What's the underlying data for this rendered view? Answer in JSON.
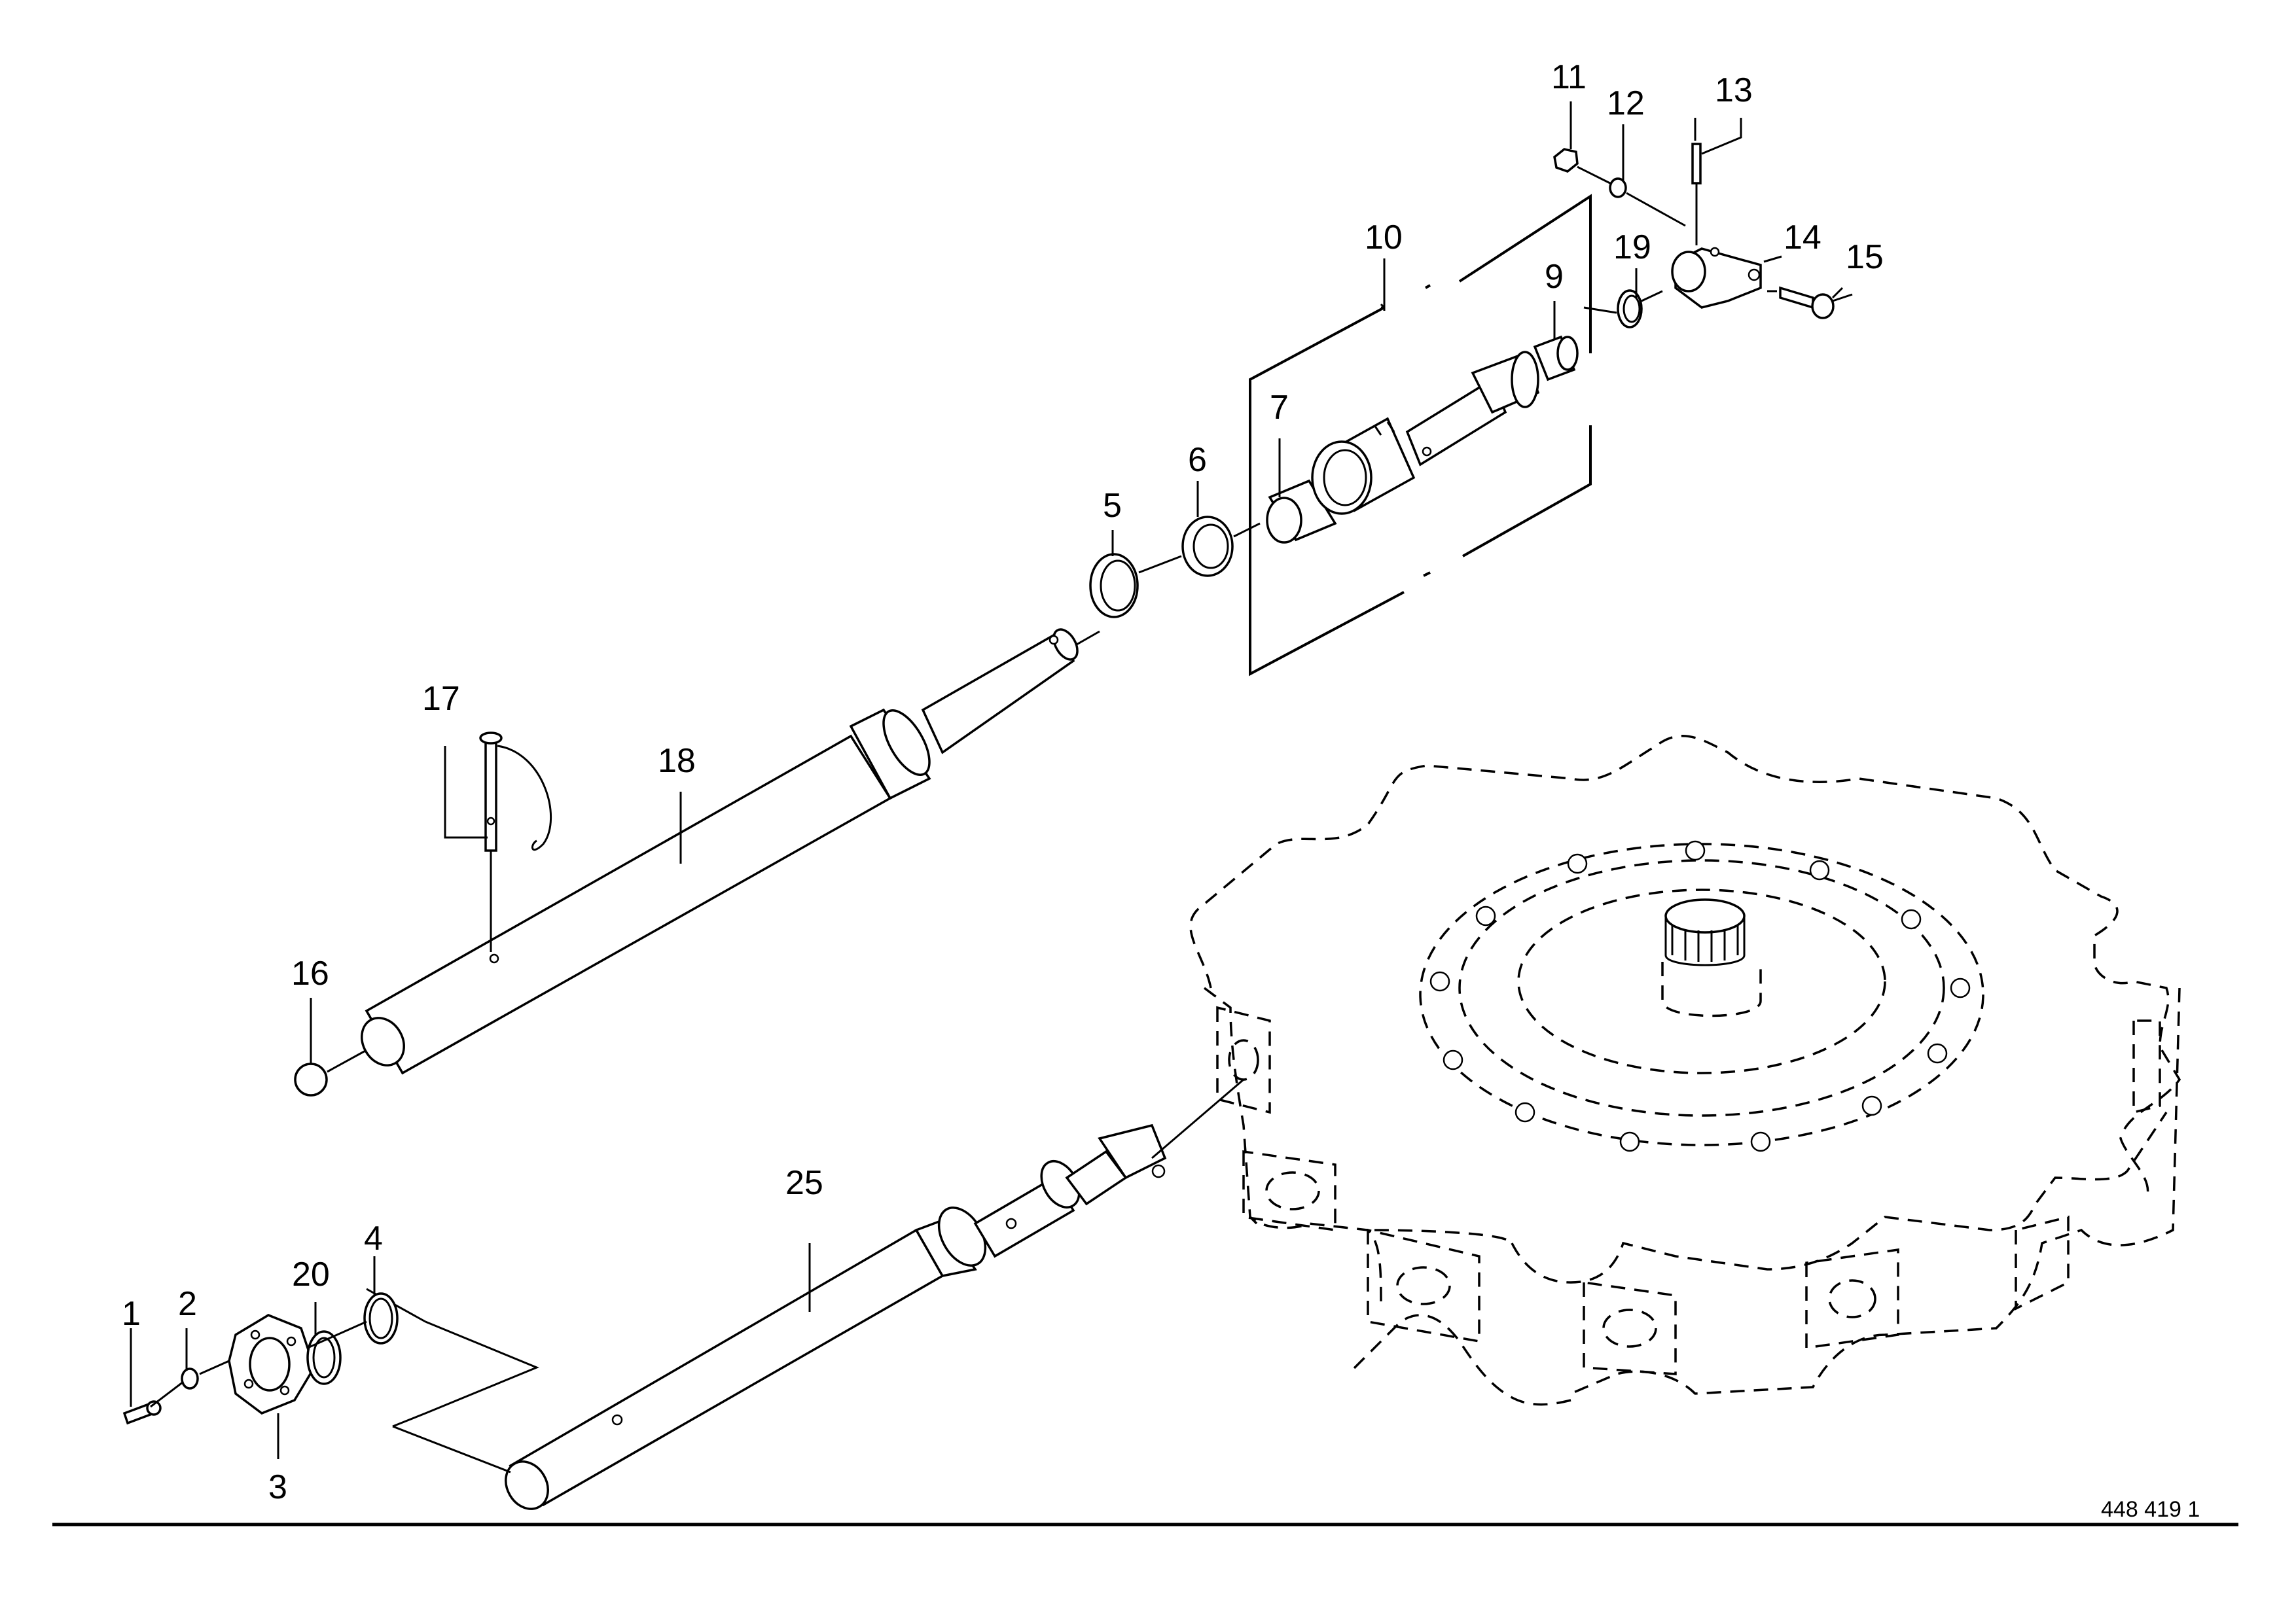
{
  "callouts": [
    {
      "id": "1",
      "text": "1"
    },
    {
      "id": "2",
      "text": "2"
    },
    {
      "id": "3",
      "text": "3"
    },
    {
      "id": "4",
      "text": "4"
    },
    {
      "id": "5",
      "text": "5"
    },
    {
      "id": "6",
      "text": "6"
    },
    {
      "id": "7",
      "text": "7"
    },
    {
      "id": "9",
      "text": "9"
    },
    {
      "id": "10",
      "text": "10"
    },
    {
      "id": "11",
      "text": "11"
    },
    {
      "id": "12",
      "text": "12"
    },
    {
      "id": "13",
      "text": "13"
    },
    {
      "id": "14",
      "text": "14"
    },
    {
      "id": "15",
      "text": "15"
    },
    {
      "id": "16",
      "text": "16"
    },
    {
      "id": "17",
      "text": "17"
    },
    {
      "id": "18",
      "text": "18"
    },
    {
      "id": "19",
      "text": "19"
    },
    {
      "id": "20",
      "text": "20"
    },
    {
      "id": "25",
      "text": "25"
    }
  ],
  "document_number": "448 419 1",
  "colors": {
    "ink": "#000000",
    "paper": "#ffffff"
  }
}
